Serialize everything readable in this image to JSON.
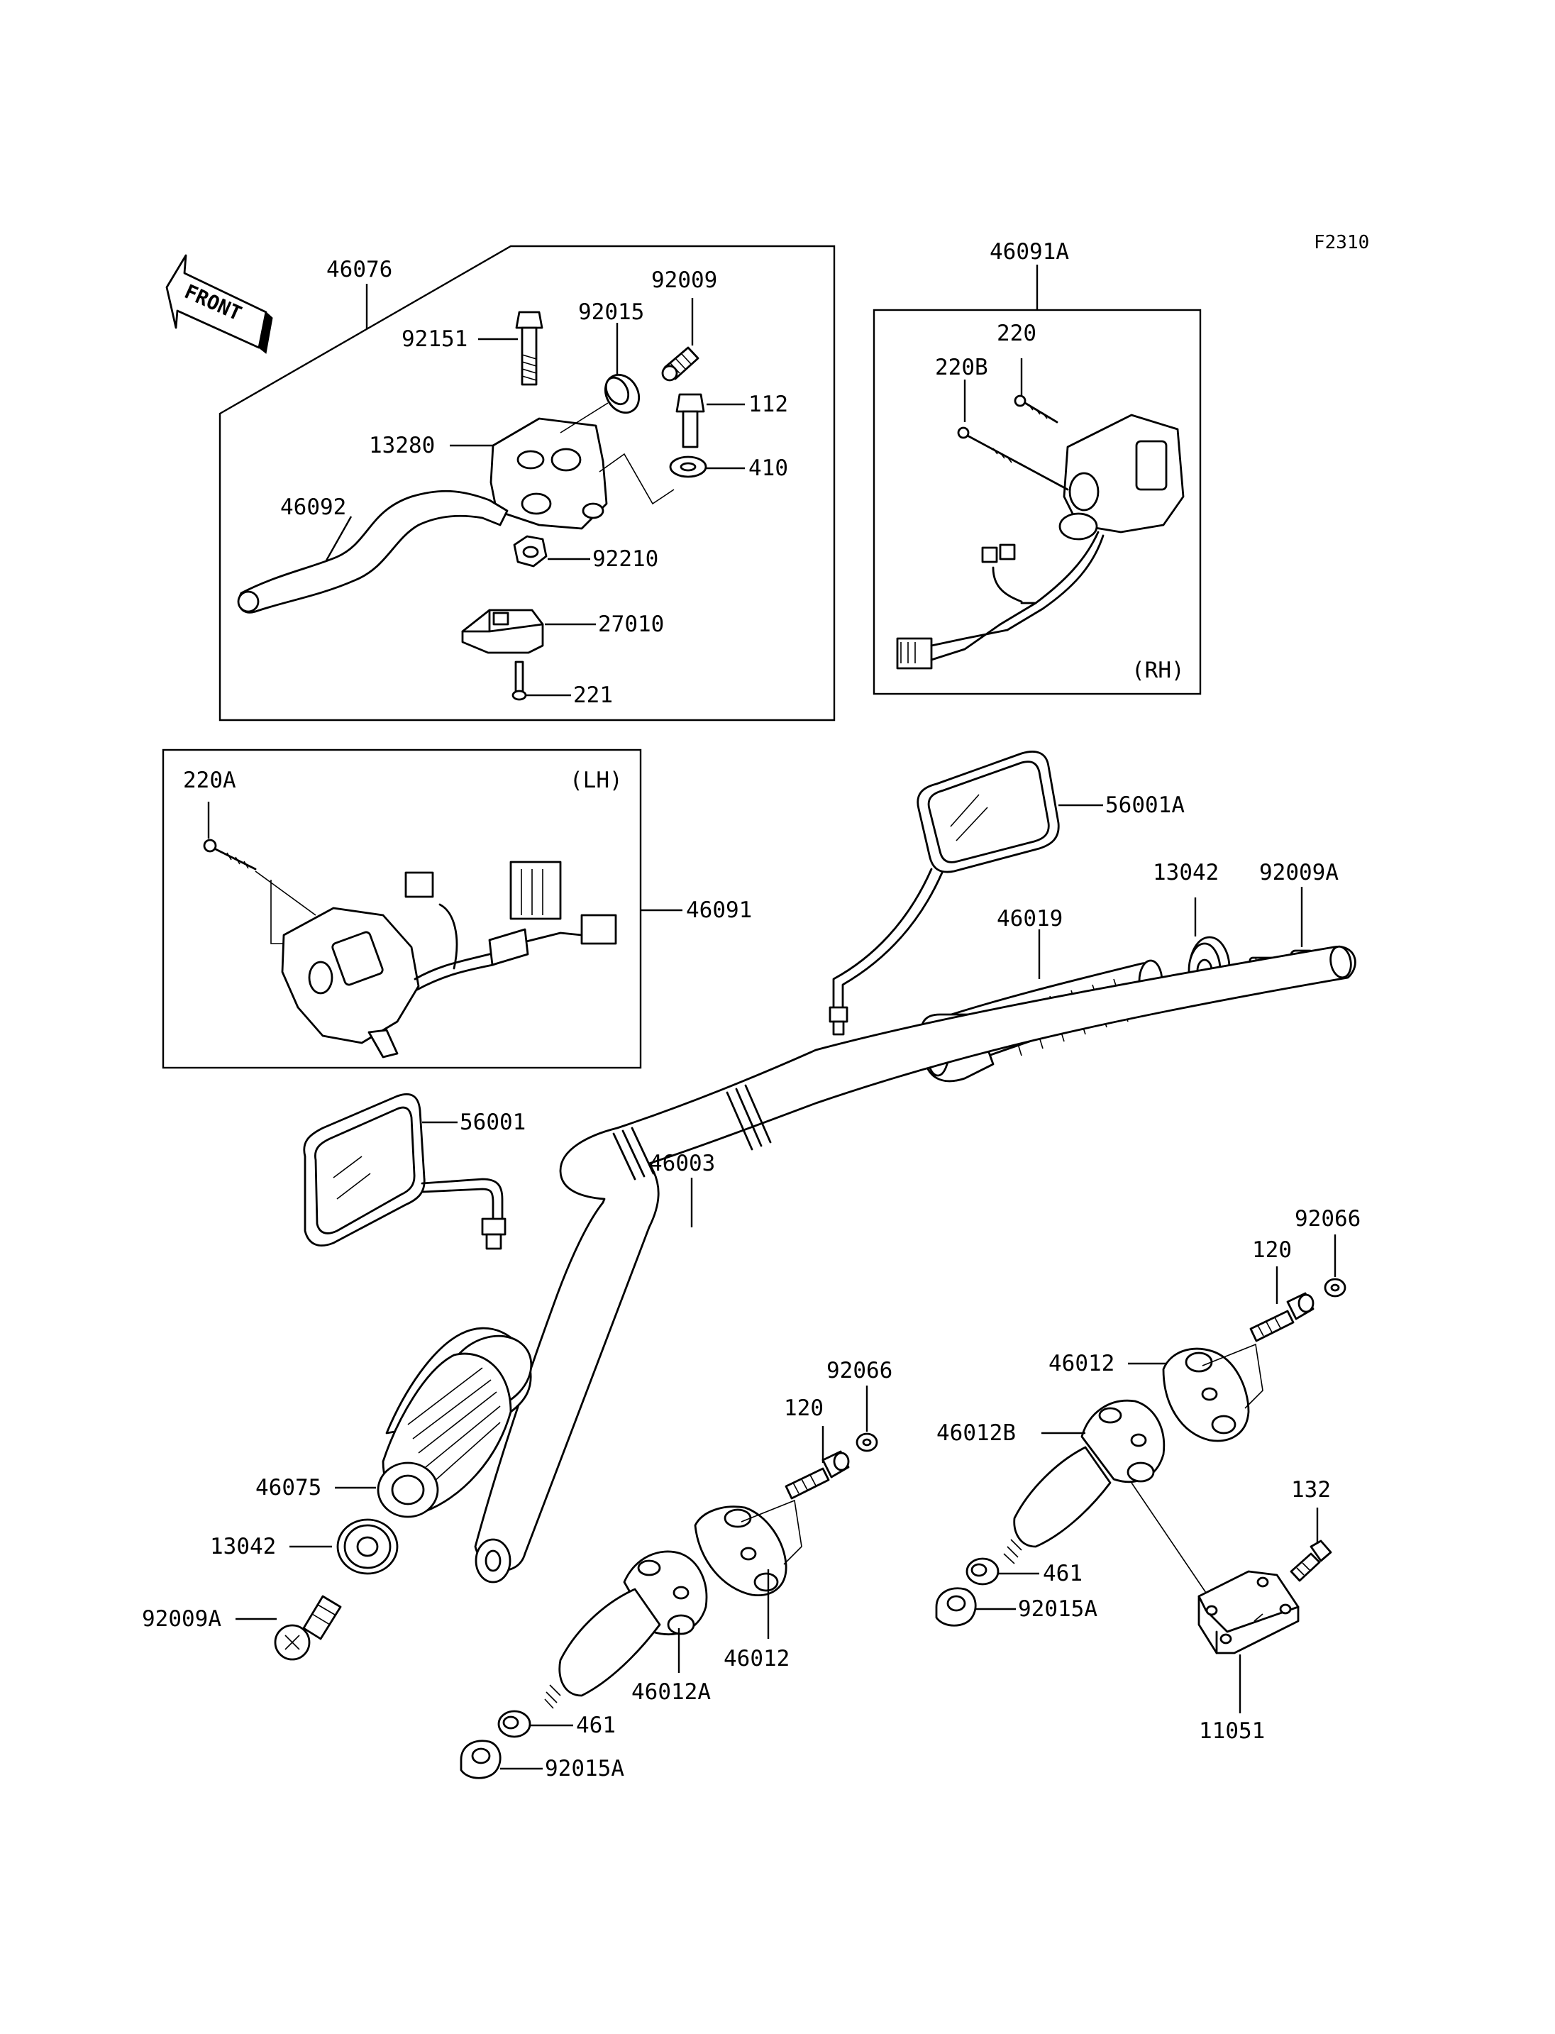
{
  "figure_code": "F2310",
  "direction_arrow": "FRONT",
  "side_labels": {
    "right": "(RH)",
    "left": "(LH)"
  },
  "part_numbers": {
    "p46076": "46076",
    "p92009": "92009",
    "p92015": "92015",
    "p92151": "92151",
    "p112": "112",
    "p13280": "13280",
    "p410": "410",
    "p46092": "46092",
    "p92210": "92210",
    "p27010": "27010",
    "p221": "221",
    "p46091A": "46091A",
    "p220": "220",
    "p220B": "220B",
    "p220A": "220A",
    "p46091": "46091",
    "p56001A": "56001A",
    "p13042_r": "13042",
    "p92009A_r": "92009A",
    "p46019": "46019",
    "p56001": "56001",
    "p46003": "46003",
    "p92066_r": "92066",
    "p120_r": "120",
    "p46012_r": "46012",
    "p46012B": "46012B",
    "p132": "132",
    "p461_r": "461",
    "p92015A_r": "92015A",
    "p11051": "11051",
    "p92066_c": "92066",
    "p120_c": "120",
    "p46075": "46075",
    "p13042_l": "13042",
    "p92009A_l": "92009A",
    "p46012_c": "46012",
    "p46012A": "46012A",
    "p461_c": "461",
    "p92015A_c": "92015A"
  },
  "colors": {
    "line": "#000000",
    "background": "#ffffff"
  }
}
